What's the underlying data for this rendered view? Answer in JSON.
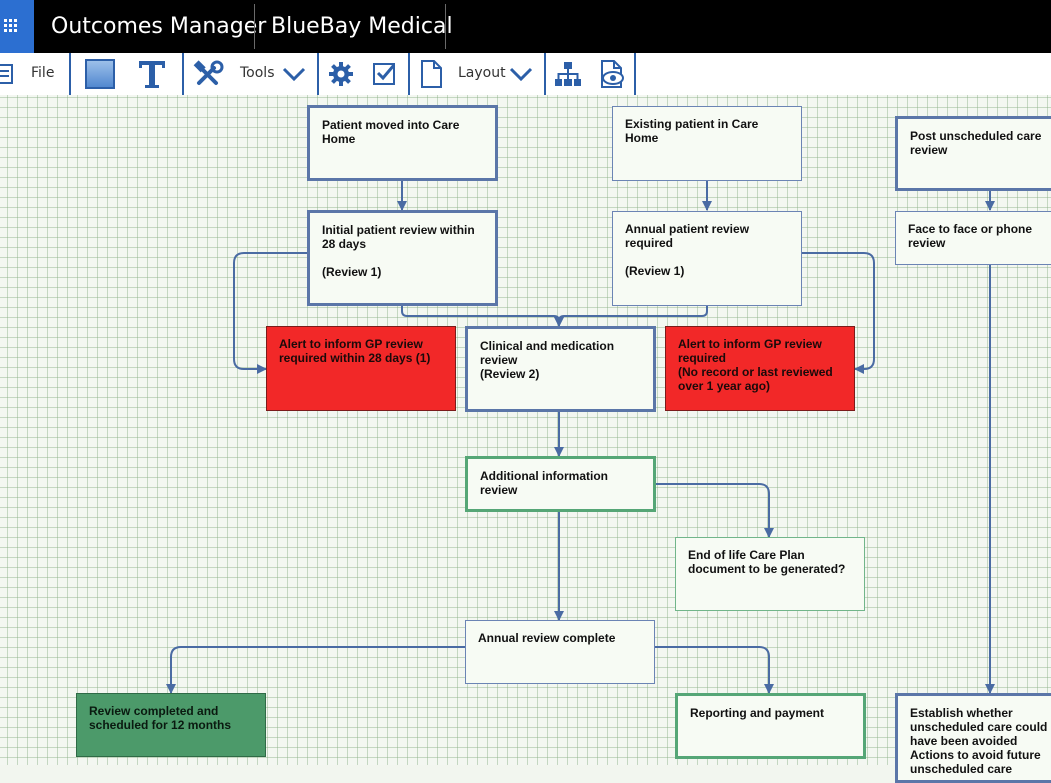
{
  "titlebar": {
    "app_name": "Outcomes Manager",
    "org_name": "BlueBay Medical"
  },
  "toolbar": {
    "file_label": "File",
    "tools_label": "Tools",
    "layout_label": "Layout"
  },
  "colors": {
    "title_bar": "#000000",
    "app_grid_button": "#2c6fd1",
    "toolbar_icon": "#2c5fa8",
    "alert_red": "#f22828",
    "complete_green": "#4c9a6a"
  },
  "diagram": {
    "nodes": {
      "patient_moved": "Patient moved into Care Home",
      "existing_patient": "Existing patient in Care Home",
      "post_unscheduled": "Post unscheduled care review",
      "initial_review": "Initial patient review within 28 days\n\n(Review 1)",
      "annual_review_required": "Annual patient review required\n\n(Review 1)",
      "face_to_face": "Face to face or phone review",
      "alert_28_days": "Alert to inform GP review required within 28 days (1)",
      "clinical_medication": "Clinical and medication review\n(Review 2)",
      "alert_no_record": "Alert to inform GP review required\n(No record or last reviewed over 1 year ago)",
      "additional_info": "Additional information review",
      "end_of_life": "End of life Care Plan document to be generated?",
      "annual_complete": "Annual review complete",
      "review_completed": "Review completed and scheduled for 12 months",
      "reporting": "Reporting and payment",
      "establish_whether": "Establish whether unscheduled care could have been avoided\nActions to avoid future unscheduled care"
    }
  }
}
